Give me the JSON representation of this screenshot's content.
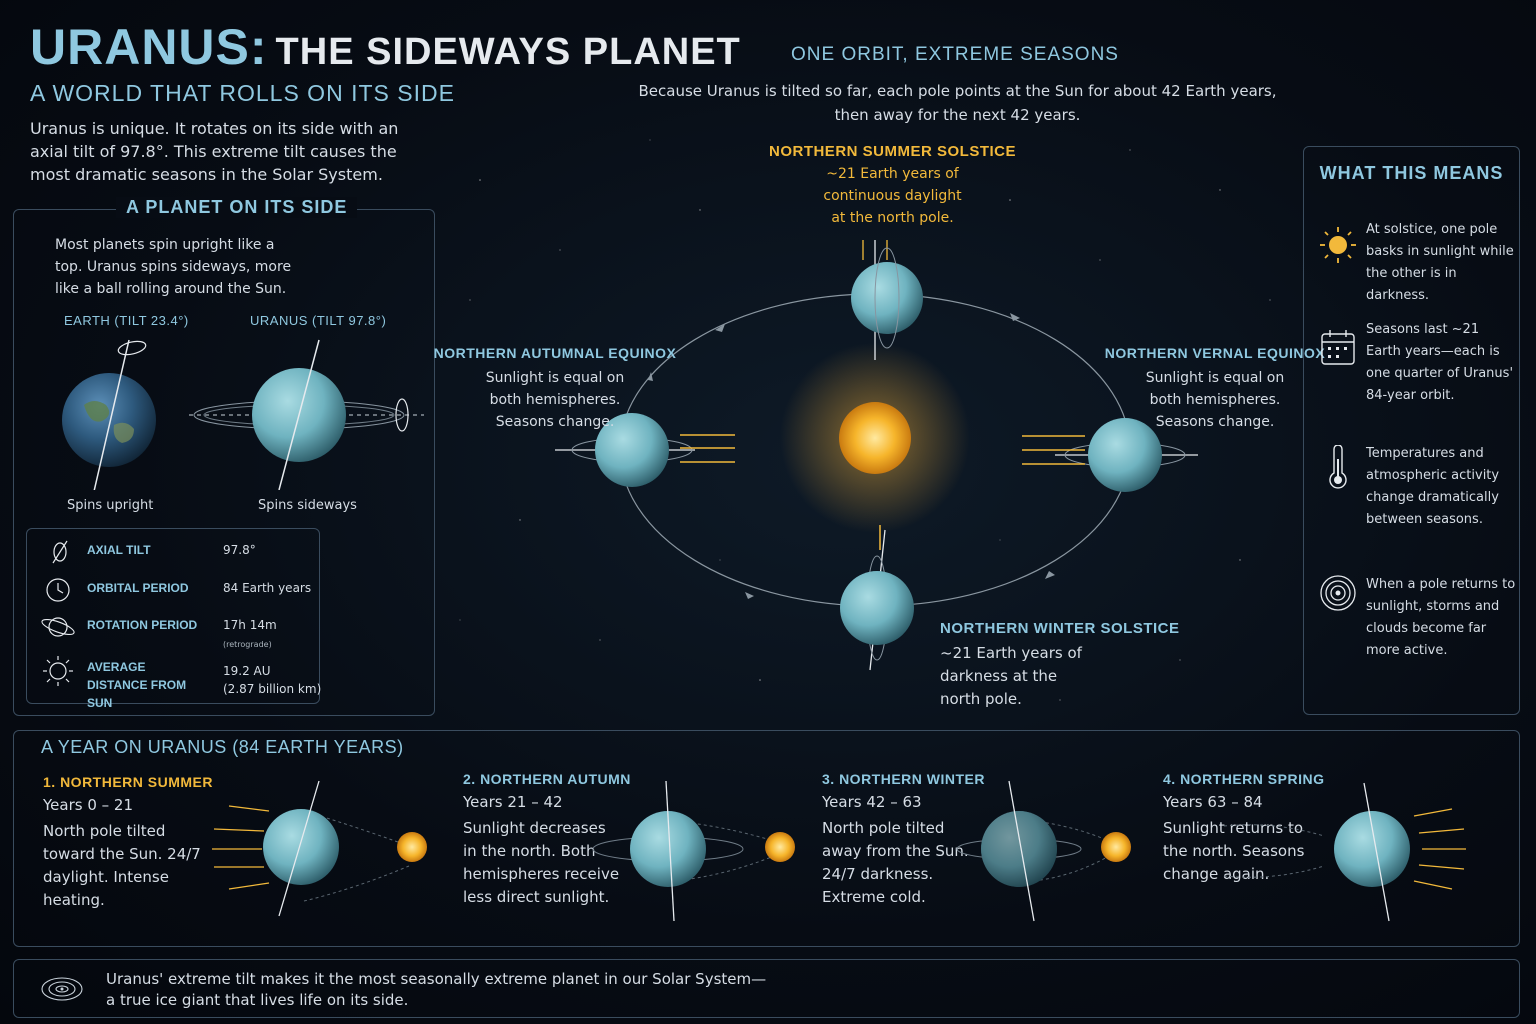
{
  "header": {
    "title_main": "URANUS:",
    "title_rest": "THE SIDEWAYS PLANET",
    "subtitle": "A WORLD THAT ROLLS ON ITS SIDE",
    "intro": "Uranus is unique. It rotates on its side with an axial tilt of 97.8°. This extreme tilt causes the most dramatic seasons in the Solar System."
  },
  "side_panel": {
    "title": "A PLANET ON ITS SIDE",
    "text": "Most planets spin upright like a top. Uranus spins sideways, more like a ball rolling around the Sun.",
    "earth_label": "EARTH  (TILT 23.4°)",
    "uranus_label": "URANUS  (TILT 97.8°)",
    "earth_caption": "Spins upright",
    "uranus_caption": "Spins sideways",
    "stats": [
      {
        "icon": "axial-tilt-icon",
        "label": "AXIAL TILT",
        "value": "97.8°",
        "note": ""
      },
      {
        "icon": "clock-icon",
        "label": "ORBITAL PERIOD",
        "value": "84 Earth years",
        "note": ""
      },
      {
        "icon": "rotation-icon",
        "label": "ROTATION PERIOD",
        "value": "17h 14m",
        "note": "(retrograde)"
      },
      {
        "icon": "sun-icon",
        "label": "AVERAGE DISTANCE FROM SUN",
        "value": "19.2 AU",
        "note": "(2.87 billion km)"
      }
    ]
  },
  "orbit": {
    "title": "ONE ORBIT, EXTREME SEASONS",
    "text_line1": "Because Uranus is tilted so far, each pole points at the Sun for about 42 Earth years,",
    "text_line2": "then away for the next 42 years.",
    "summer": {
      "title": "NORTHERN SUMMER SOLSTICE",
      "l1": "~21 Earth years of",
      "l2": "continuous daylight",
      "l3": "at the north pole."
    },
    "autumn": {
      "title": "NORTHERN AUTUMNAL EQUINOX",
      "l1": "Sunlight is equal on",
      "l2": "both hemispheres.",
      "l3": "Seasons change."
    },
    "vernal": {
      "title": "NORTHERN VERNAL EQUINOX",
      "l1": "Sunlight is equal on",
      "l2": "both hemispheres.",
      "l3": "Seasons change."
    },
    "winter": {
      "title": "NORTHERN WINTER SOLSTICE",
      "l1": "~21 Earth years of",
      "l2": "darkness at the",
      "l3": "north pole."
    }
  },
  "means": {
    "title": "WHAT THIS MEANS",
    "items": [
      {
        "icon": "sun-icon",
        "text": "At solstice, one pole basks in sunlight while the other is in darkness."
      },
      {
        "icon": "calendar-icon",
        "text": "Seasons last ~21 Earth years—each is one quarter of Uranus' 84-year orbit."
      },
      {
        "icon": "thermometer-icon",
        "text": "Temperatures and atmospheric activity change dramatically between seasons."
      },
      {
        "icon": "storm-icon",
        "text": "When a pole returns to sunlight, storms and clouds become far more active."
      }
    ]
  },
  "year": {
    "title": "A YEAR ON URANUS (84 EARTH YEARS)",
    "seasons": [
      {
        "title": "1. NORTHERN SUMMER",
        "years": "Years 0 – 21",
        "desc": "North pole tilted toward the Sun. 24/7 daylight. Intense heating.",
        "color": "#f2b93b"
      },
      {
        "title": "2. NORTHERN AUTUMN",
        "years": "Years 21 – 42",
        "desc": "Sunlight decreases in the north. Both hemispheres receive less direct sunlight.",
        "color": "#8fc8e0"
      },
      {
        "title": "3. NORTHERN WINTER",
        "years": "Years 42 – 63",
        "desc": "North pole tilted away from the Sun. 24/7 darkness. Extreme cold.",
        "color": "#8fc8e0"
      },
      {
        "title": "4. NORTHERN SPRING",
        "years": "Years 63 – 84",
        "desc": "Sunlight returns to the north. Seasons change again.",
        "color": "#8fc8e0"
      }
    ]
  },
  "footer": {
    "line1": "Uranus' extreme tilt makes it the most seasonally extreme planet in our Solar System—",
    "line2": "a true ice giant that lives life on its side."
  },
  "colors": {
    "accent": "#8fc8e0",
    "gold": "#f2b93b",
    "panel_border": "#3a4c5e"
  }
}
